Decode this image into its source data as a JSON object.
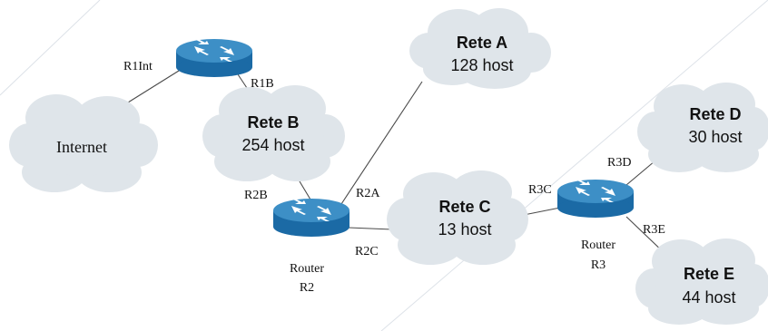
{
  "networks": {
    "rete_a": {
      "name": "Rete A",
      "hosts": "128 host"
    },
    "rete_b": {
      "name": "Rete B",
      "hosts": "254 host"
    },
    "rete_c": {
      "name": "Rete C",
      "hosts": "13 host"
    },
    "rete_d": {
      "name": "Rete D",
      "hosts": "30 host"
    },
    "rete_e": {
      "name": "Rete E",
      "hosts": "44 host"
    },
    "internet": {
      "name": "Internet"
    }
  },
  "routers": {
    "r1": {
      "caption_line1": "",
      "caption_line2": ""
    },
    "r2": {
      "caption_line1": "Router",
      "caption_line2": "R2"
    },
    "r3": {
      "caption_line1": "Router",
      "caption_line2": "R3"
    }
  },
  "interfaces": {
    "r1int": "R1Int",
    "r1b": "R1B",
    "r2a": "R2A",
    "r2b": "R2B",
    "r2c": "R2C",
    "r3c": "R3C",
    "r3d": "R3D",
    "r3e": "R3E"
  },
  "colors": {
    "cloud": "#dfe5ea",
    "router": "#1b6aa5",
    "link": "#4a4a4a"
  }
}
